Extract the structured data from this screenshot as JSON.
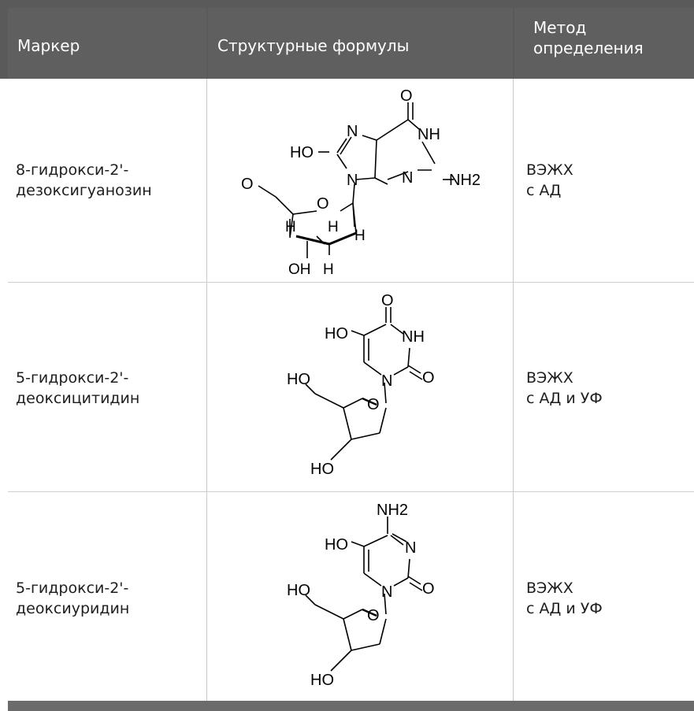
{
  "header": {
    "col1": "Маркер",
    "col2": "Структурные формулы",
    "col3": "Метод\nопределения"
  },
  "rows": [
    {
      "marker": "8-гидрокси-2'-\nдезоксигуанозин",
      "method": "ВЭЖХ\nс АД",
      "formula_labels": [
        "O",
        "N",
        "NH",
        "HO",
        "N",
        "N",
        "NH2",
        "O",
        "O",
        "H",
        "H",
        "H",
        "OH",
        "H"
      ]
    },
    {
      "marker": "5-гидрокси-2'-\nдеоксицитидин",
      "method": "ВЭЖХ\nс АД и УФ",
      "formula_labels": [
        "O",
        "HO",
        "NH",
        "N",
        "O",
        "HO",
        "O",
        "HO"
      ]
    },
    {
      "marker": "5-гидрокси-2'-\nдеоксиуридин",
      "method": "ВЭЖХ\nс АД и УФ",
      "formula_labels": [
        "NH2",
        "HO",
        "N",
        "N",
        "O",
        "HO",
        "O",
        "HO"
      ]
    }
  ]
}
